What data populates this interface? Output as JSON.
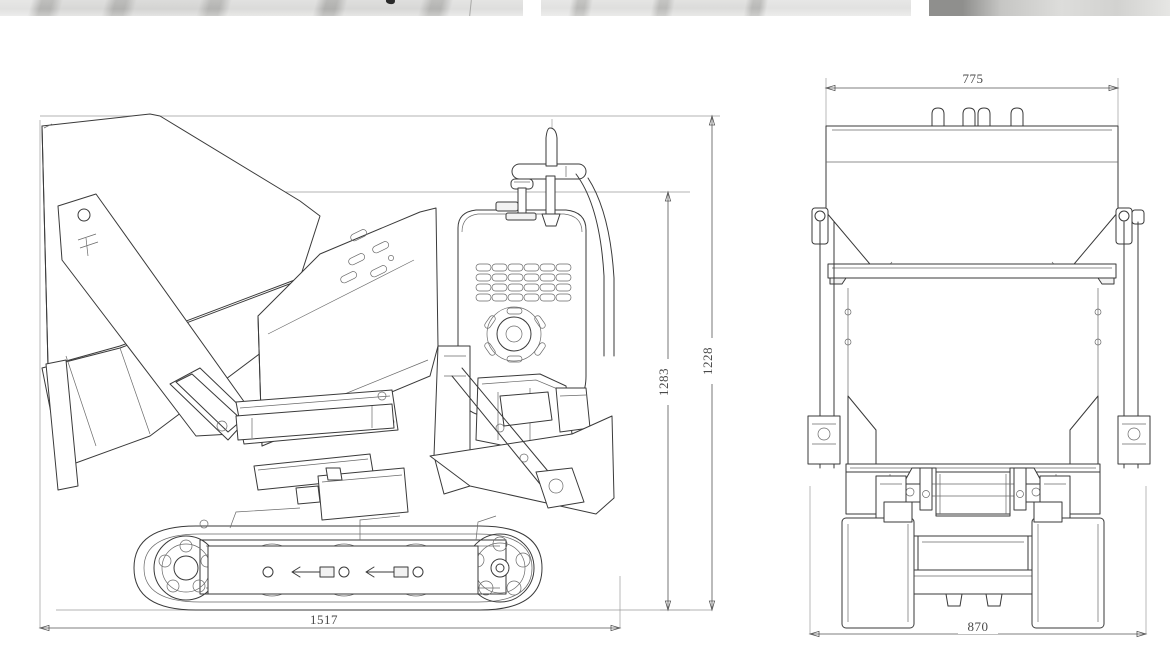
{
  "document": {
    "kind": "engineering-drawing",
    "subject": "Tracked mini dumper / power barrow",
    "units_note": "mm",
    "background_color": "#ffffff",
    "line_color": "#3a3a3a",
    "dimension_color": "#4a4a4a"
  },
  "photo_strip": {
    "present": true,
    "description": "cropped bottom edge of three product photo thumbnails",
    "thumbnails": [
      {
        "name": "photo-thumbnail-1",
        "tone": "#c9c9c7"
      },
      {
        "name": "photo-thumbnail-2",
        "tone": "#cfcfcd"
      },
      {
        "name": "photo-thumbnail-3",
        "tone": "#cbcbc9"
      }
    ]
  },
  "views": {
    "side": {
      "name": "side-elevation-view",
      "title": "",
      "dimensions": {
        "overall_length": "1517",
        "height_to_handle": "1283",
        "overall_height": "1228"
      }
    },
    "front": {
      "name": "front-elevation-view",
      "title": "",
      "dimensions": {
        "hopper_width": "775",
        "overall_width": "870"
      }
    }
  },
  "dimension_labels": [
    {
      "id": "len-1517",
      "value": "1517",
      "orientation": "horizontal",
      "view": "side"
    },
    {
      "id": "hgt-1283",
      "value": "1283",
      "orientation": "vertical",
      "view": "side"
    },
    {
      "id": "hgt-1228",
      "value": "1228",
      "orientation": "vertical",
      "view": "side"
    },
    {
      "id": "wid-775",
      "value": "775",
      "orientation": "horizontal",
      "view": "front"
    },
    {
      "id": "wid-870",
      "value": "870",
      "orientation": "horizontal",
      "view": "front"
    }
  ],
  "components": {
    "side_view": [
      "tipping-hopper",
      "lift-arm",
      "hydraulic-cylinder",
      "engine-cover",
      "air-vent-grille",
      "recoil-starter",
      "control-handlebar",
      "throttle-lever",
      "chassis-frame",
      "rubber-track",
      "drive-sprocket",
      "idler-wheel",
      "road-wheels"
    ],
    "front_view": [
      "hopper-body",
      "hopper-lip-hooks",
      "cross-beam",
      "pivot-mounts",
      "frame-rails",
      "left-track",
      "right-track",
      "under-guard"
    ]
  }
}
